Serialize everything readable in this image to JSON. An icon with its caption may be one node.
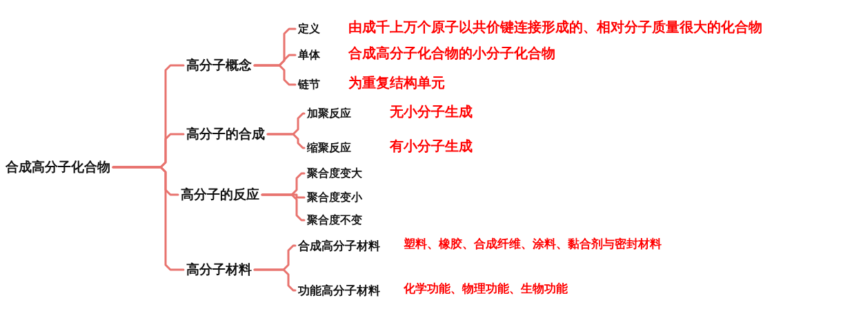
{
  "diagram": {
    "nodes": [
      {
        "text": [
          "合成高分子化合物"
        ]
      },
      {
        "text": [
          "高分子概念"
        ]
      },
      {
        "text": [
          "定义"
        ],
        "beside": [
          "由成千上万个原子以共价键连接形成的、相对分子质量很大的化合物"
        ]
      },
      {
        "text": [
          "单体"
        ],
        "beside": [
          "合成高分子化合物的小分子化合物"
        ]
      },
      {
        "text": [
          "链节"
        ],
        "beside": [
          "为重复结构单元"
        ]
      },
      {
        "text": [
          "高分子的合成"
        ]
      },
      {
        "text": [
          "加聚反应"
        ],
        "beside": [
          "无小分子生成"
        ]
      },
      {
        "text": [
          "缩聚反应"
        ],
        "beside": [
          "有小分子生成"
        ]
      },
      {
        "text": [
          "高分子的反应"
        ]
      },
      {
        "text": [
          "聚合度变大"
        ]
      },
      {
        "text": [
          "聚合度变小"
        ]
      },
      {
        "text": [
          "聚合度不变"
        ]
      },
      {
        "text": [
          "高分子材料"
        ]
      },
      {
        "text": [
          "合成高分子材料"
        ],
        "beside": [
          "塑料、橡胶、合成纤维、涂料、黏合剂与密封材料"
        ]
      },
      {
        "text": [
          "功能高分子材料"
        ],
        "beside": [
          "化学功能、物理功能、生物功能"
        ]
      }
    ],
    "edges": [
      {
        "from": 0,
        "to": 1,
        "arrow": "none"
      },
      {
        "from": 0,
        "to": 5,
        "arrow": "none"
      },
      {
        "from": 0,
        "to": 8,
        "arrow": "none"
      },
      {
        "from": 0,
        "to": 12,
        "arrow": "none"
      },
      {
        "from": 1,
        "to": 2,
        "arrow": "none"
      },
      {
        "from": 1,
        "to": 3,
        "arrow": "none"
      },
      {
        "from": 1,
        "to": 4,
        "arrow": "none"
      },
      {
        "from": 5,
        "to": 6,
        "arrow": "none"
      },
      {
        "from": 5,
        "to": 7,
        "arrow": "none"
      },
      {
        "from": 8,
        "to": 9,
        "arrow": "none"
      },
      {
        "from": 8,
        "to": 10,
        "arrow": "none"
      },
      {
        "from": 8,
        "to": 11,
        "arrow": "none"
      },
      {
        "from": 12,
        "to": 13,
        "arrow": "none"
      },
      {
        "from": 12,
        "to": 14,
        "arrow": "none"
      }
    ]
  }
}
